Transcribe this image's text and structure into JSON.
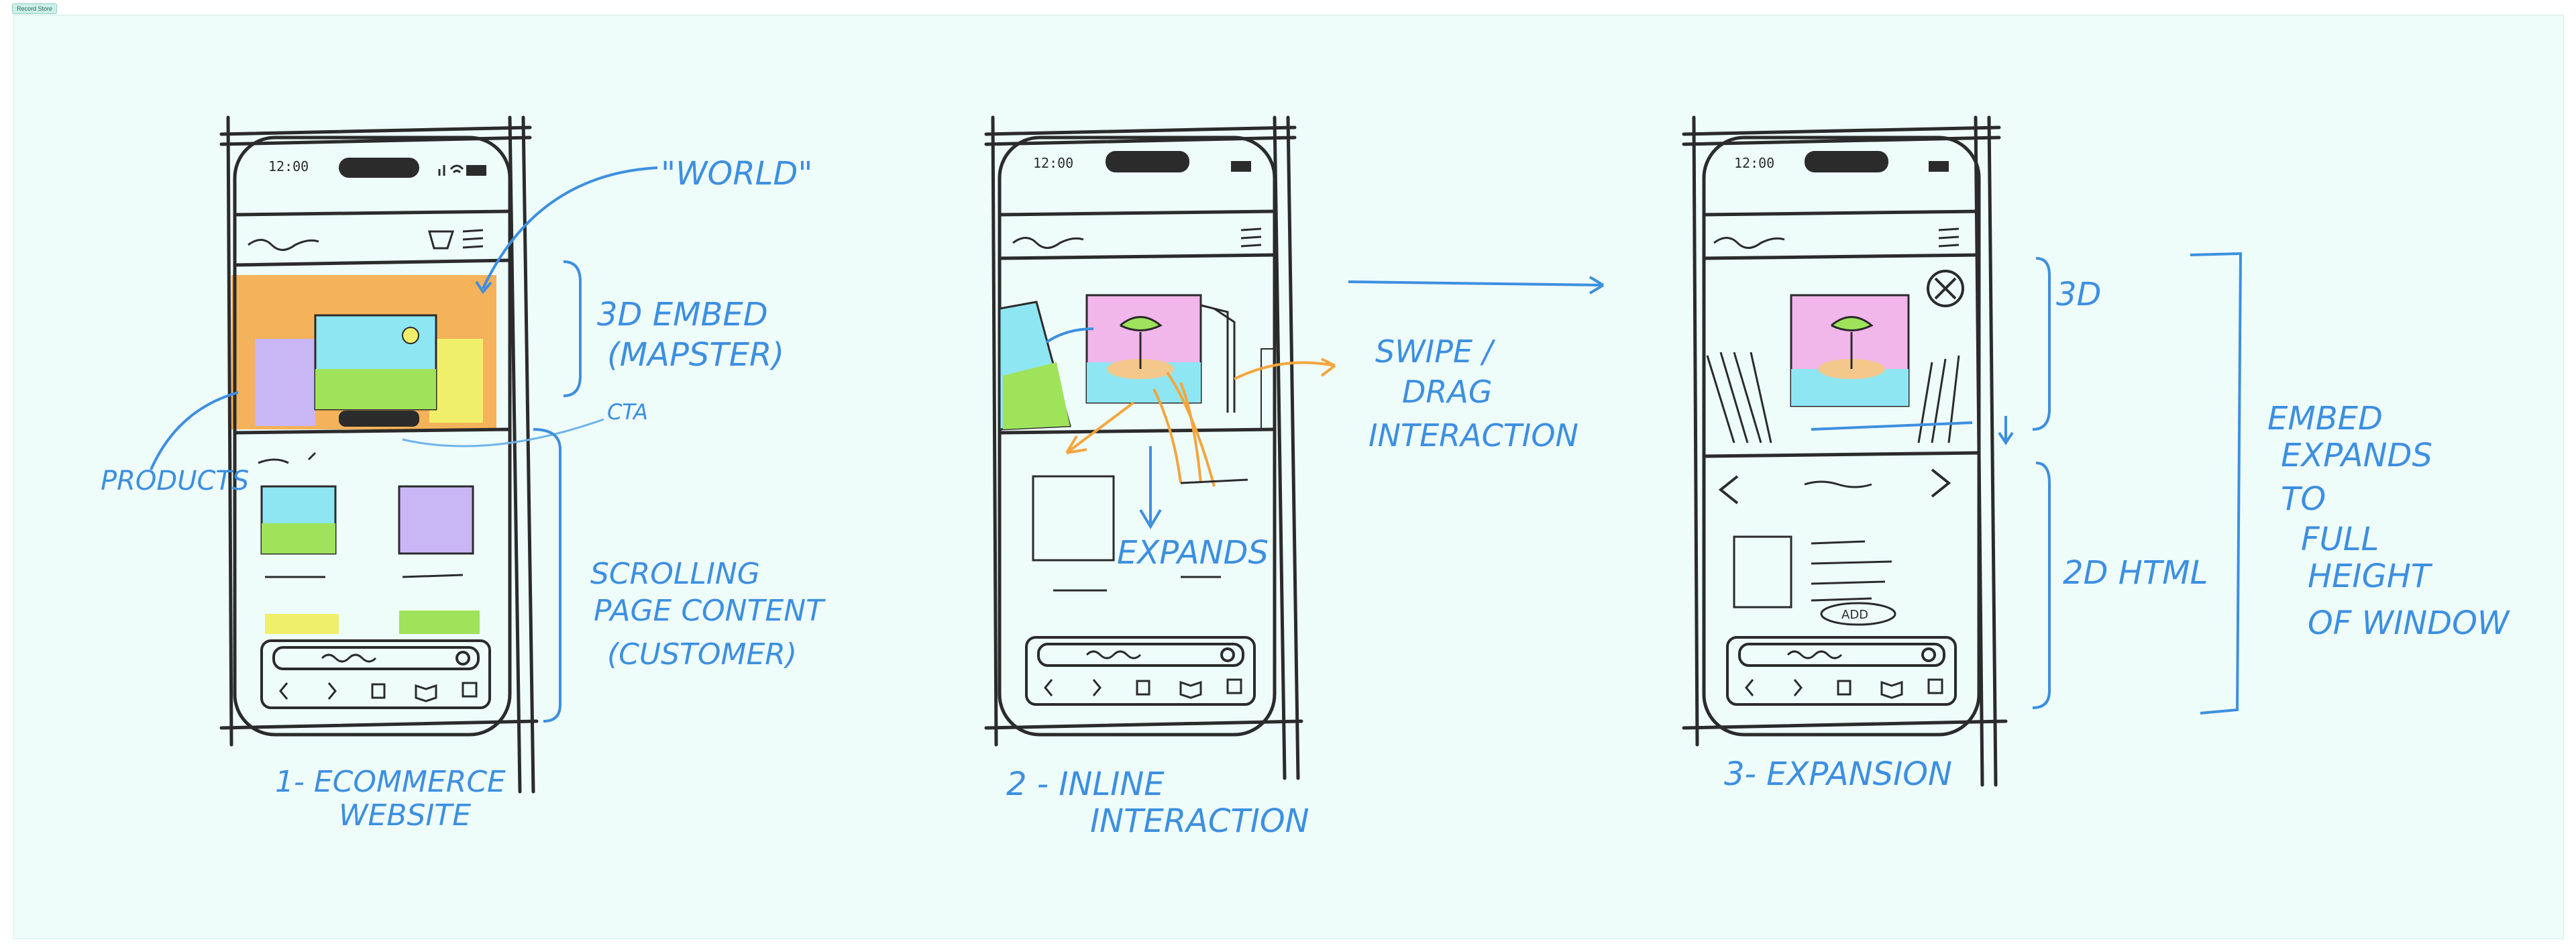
{
  "frame": {
    "label": "Record Store"
  },
  "phones": [
    {
      "status_time": "12:00",
      "caption_line1": "1- ECOMMERCE",
      "caption_line2": "WEBSITE"
    },
    {
      "status_time": "12:00",
      "caption_line1": "2 - INLINE",
      "caption_line2": "INTERACTION"
    },
    {
      "status_time": "12:00",
      "caption_line1": "3- EXPANSION",
      "caption_line2": ""
    }
  ],
  "annotations": {
    "world": "\"WORLD\"",
    "embed_line1": "3D EMBED",
    "embed_line2": "(MAPSTER)",
    "cta": "CTA",
    "products": "PRODUCTS",
    "scroll_line1": "SCROLLING",
    "scroll_line2": "PAGE CONTENT",
    "scroll_line3": "(CUSTOMER)",
    "expands": "EXPANDS",
    "swipe_line1": "SWIPE /",
    "swipe_line2": "DRAG",
    "swipe_line3": "INTERACTION",
    "label_3d": "3D",
    "label_2d": "2D HTML",
    "full_line1": "EMBED",
    "full_line2": "EXPANDS",
    "full_line3": "TO",
    "full_line4": "FULL",
    "full_line5": "HEIGHT",
    "full_line6": "OF WINDOW",
    "add_button": "ADD"
  },
  "colors": {
    "ink": "#2b2b2b",
    "annotation_blue": "#3d8fe0",
    "orange": "#f4a53d",
    "lilac": "#c9b6f5",
    "green": "#9fe35a",
    "yellow": "#f0ef6b",
    "cyan": "#8ee6f2",
    "pink": "#f1b6ea",
    "canvas": "#eefcfa"
  },
  "icons": [
    "wifi-icon",
    "battery-icon",
    "signal-icon",
    "menu-icon",
    "bag-icon",
    "close-icon",
    "back-icon",
    "forward-icon",
    "share-icon",
    "book-icon",
    "tabs-icon",
    "arrow-icon"
  ]
}
